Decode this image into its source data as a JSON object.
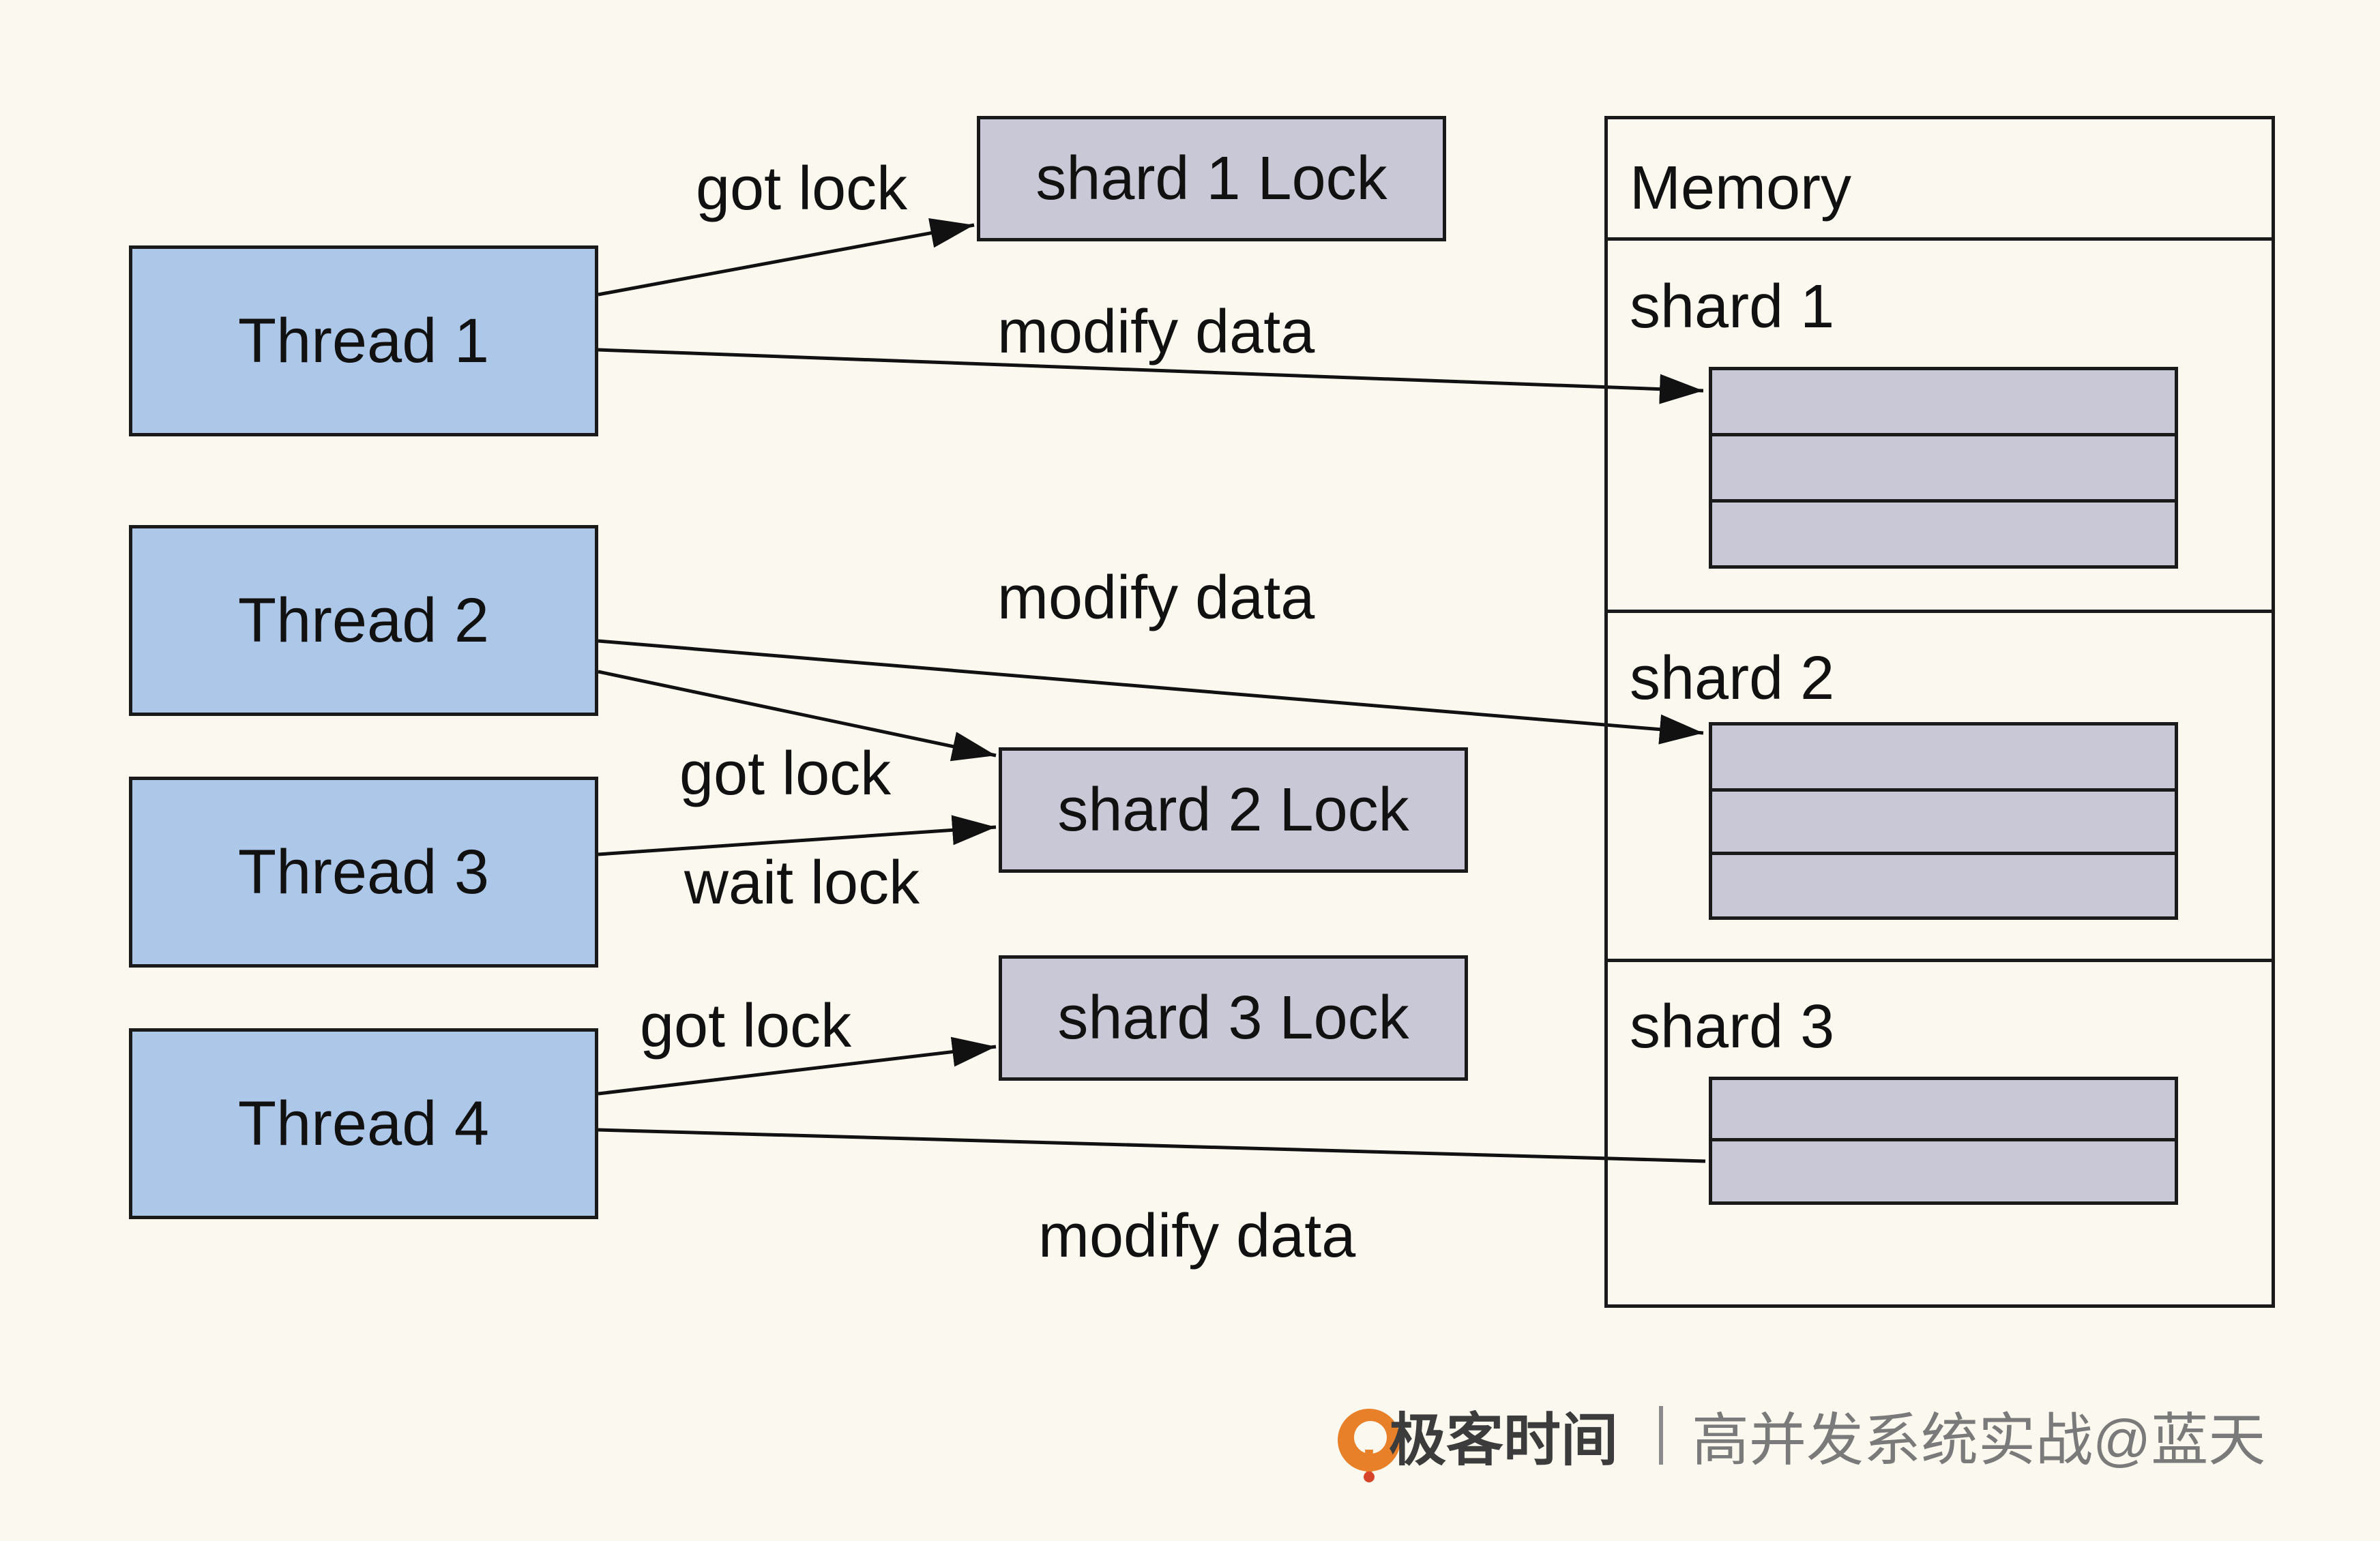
{
  "threads": [
    {
      "label": "Thread 1"
    },
    {
      "label": "Thread 2"
    },
    {
      "label": "Thread 3"
    },
    {
      "label": "Thread 4"
    }
  ],
  "locks": [
    {
      "label": "shard 1 Lock"
    },
    {
      "label": "shard 2 Lock"
    },
    {
      "label": "shard 3 Lock"
    }
  ],
  "edge_labels": {
    "t1_got_lock": "got lock",
    "t1_modify": "modify data",
    "t2_modify": "modify data",
    "t2_got_lock": "got lock",
    "t3_wait_lock": "wait lock",
    "t4_got_lock": "got lock",
    "t4_modify": "modify data"
  },
  "memory": {
    "title": "Memory",
    "shards": [
      {
        "label": "shard 1"
      },
      {
        "label": "shard 2"
      },
      {
        "label": "shard 3"
      }
    ]
  },
  "footer": {
    "brand": "极客时间",
    "tagline": "高并发系统实战@蓝天"
  },
  "colors": {
    "background": "#fbf9ef",
    "thread_fill": "#adc7e8",
    "lock_fill": "#c8c8d6",
    "stroke": "#1a1a1a",
    "logo_orange": "#e8802a"
  }
}
